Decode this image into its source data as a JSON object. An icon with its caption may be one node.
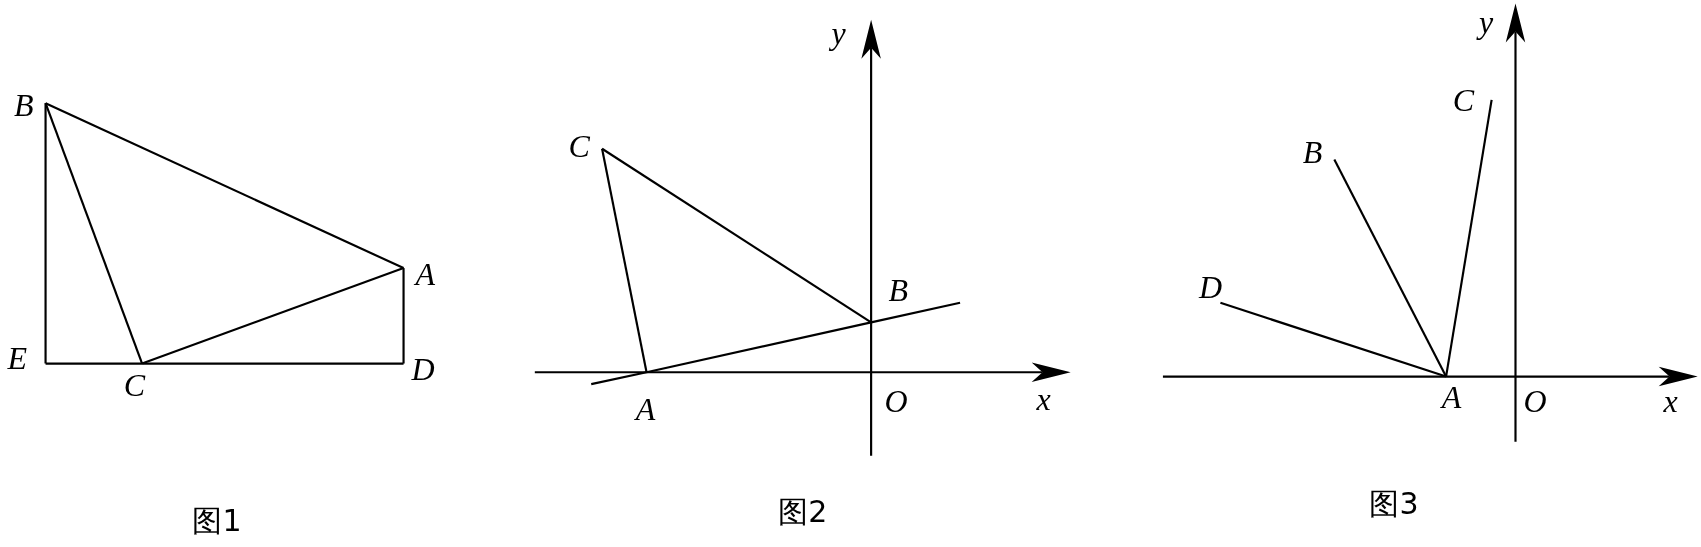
{
  "diagram": {
    "nodes": [
      {
        "text": [
          "B"
        ]
      },
      {
        "text": [
          "A"
        ]
      },
      {
        "text": [
          "E"
        ]
      },
      {
        "text": [
          "C"
        ]
      },
      {
        "text": [
          "D"
        ]
      },
      {
        "text": [
          "C"
        ]
      },
      {
        "text": [
          "B"
        ]
      },
      {
        "text": [
          "A"
        ]
      },
      {
        "text": [
          "D"
        ]
      },
      {
        "text": [
          "B"
        ]
      },
      {
        "text": [
          "C"
        ]
      },
      {
        "text": [
          "A"
        ]
      }
    ],
    "edges": [
      {
        "from": 0,
        "to": 2,
        "arrow": "none"
      },
      {
        "from": 2,
        "to": 3,
        "arrow": "none"
      },
      {
        "from": 3,
        "to": 4,
        "arrow": "none"
      },
      {
        "from": 0,
        "to": 3,
        "arrow": "none"
      },
      {
        "from": 0,
        "to": 1,
        "arrow": "none"
      },
      {
        "from": 3,
        "to": 1,
        "arrow": "none"
      },
      {
        "from": 1,
        "to": 4,
        "arrow": "none"
      },
      {
        "from": 5,
        "to": 7,
        "arrow": "none"
      },
      {
        "from": 5,
        "to": 6,
        "arrow": "none"
      },
      {
        "from": 7,
        "to": 6,
        "arrow": "none"
      },
      {
        "from": 8,
        "to": 11,
        "arrow": "none"
      },
      {
        "from": 9,
        "to": 11,
        "arrow": "none"
      },
      {
        "from": 10,
        "to": 11,
        "arrow": "none"
      }
    ],
    "labels": [
      "y",
      "O",
      "x",
      "y",
      "O",
      "x",
      "图1",
      "图2",
      "图3"
    ]
  }
}
